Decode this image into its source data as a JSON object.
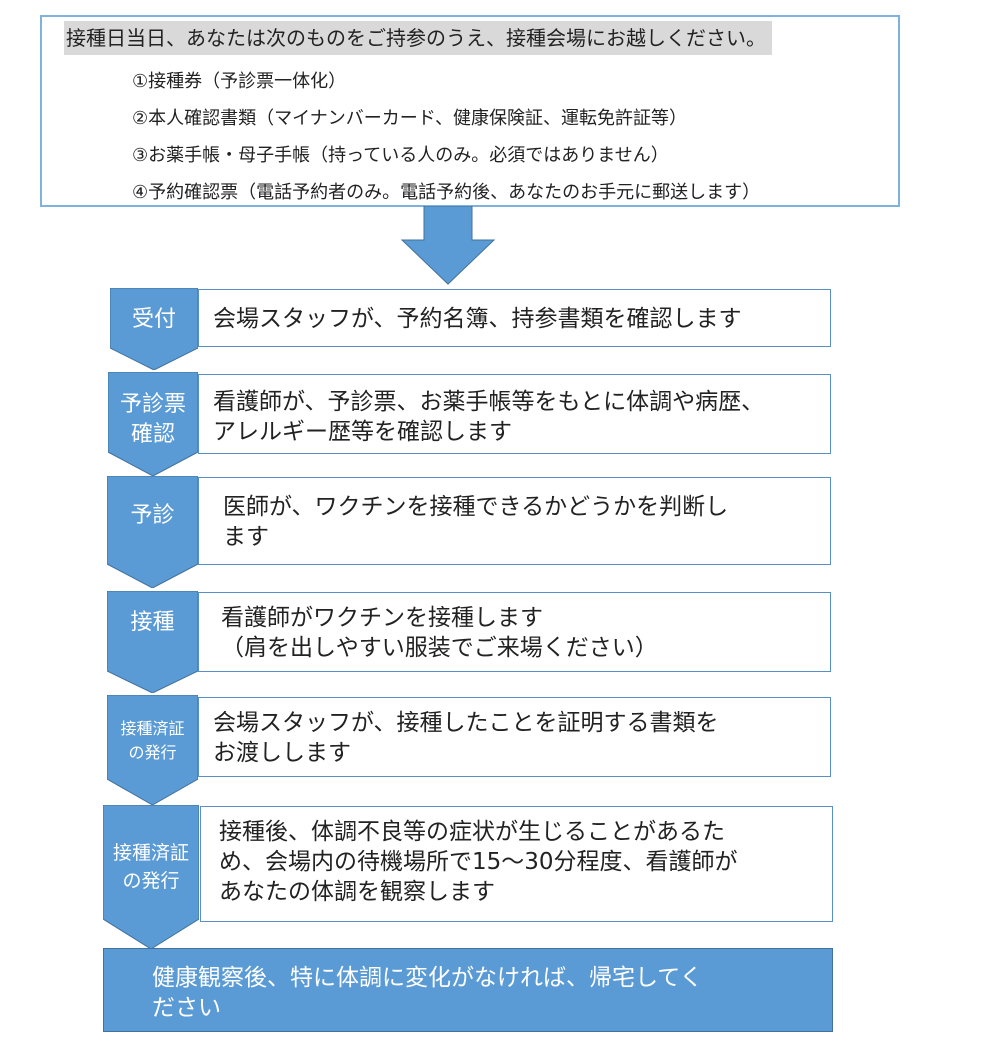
{
  "intro": {
    "heading": "接種日当日、あなたは次のものをご持参のうえ、接種会場にお越しください。",
    "items": [
      "①接種券（予診票一体化）",
      "②本人確認書類（マイナンバーカード、健康保険証、運転免許証等）",
      "③お薬手帳・母子手帳（持っている人のみ。必須ではありません）",
      "④予約確認票（電話予約者のみ。電話予約後、あなたのお手元に郵送します）"
    ]
  },
  "steps": [
    {
      "label": "受付",
      "description": "会場スタッフが、予約名簿、持参書類を確認します"
    },
    {
      "label": "予診票\n確認",
      "description": "看護師が、予診票、お薬手帳等をもとに体調や病歴、\nアレルギー歴等を確認します"
    },
    {
      "label": "予診",
      "description": "医師が、ワクチンを接種できるかどうかを判断し\nます"
    },
    {
      "label": "接種",
      "description": "看護師がワクチンを接種します\n（肩を出しやすい服装でご来場ください）"
    },
    {
      "label": "接種済証\nの発行",
      "description": "会場スタッフが、接種したことを証明する書類を\nお渡しします"
    },
    {
      "label": "接種済証\nの発行",
      "description": "接種後、体調不良等の症状が生じることがあるた\nめ、会場内の待機場所で15～30分程度、看護師が\nあなたの体調を観察します"
    }
  ],
  "final": "健康観察後、特に体調に変化がなければ、帰宅してく\nださい",
  "colors": {
    "accent": "#5b9bd5",
    "border": "#41719c",
    "intro_border": "#7fb2dd",
    "heading_bg": "#d9d9d9"
  }
}
